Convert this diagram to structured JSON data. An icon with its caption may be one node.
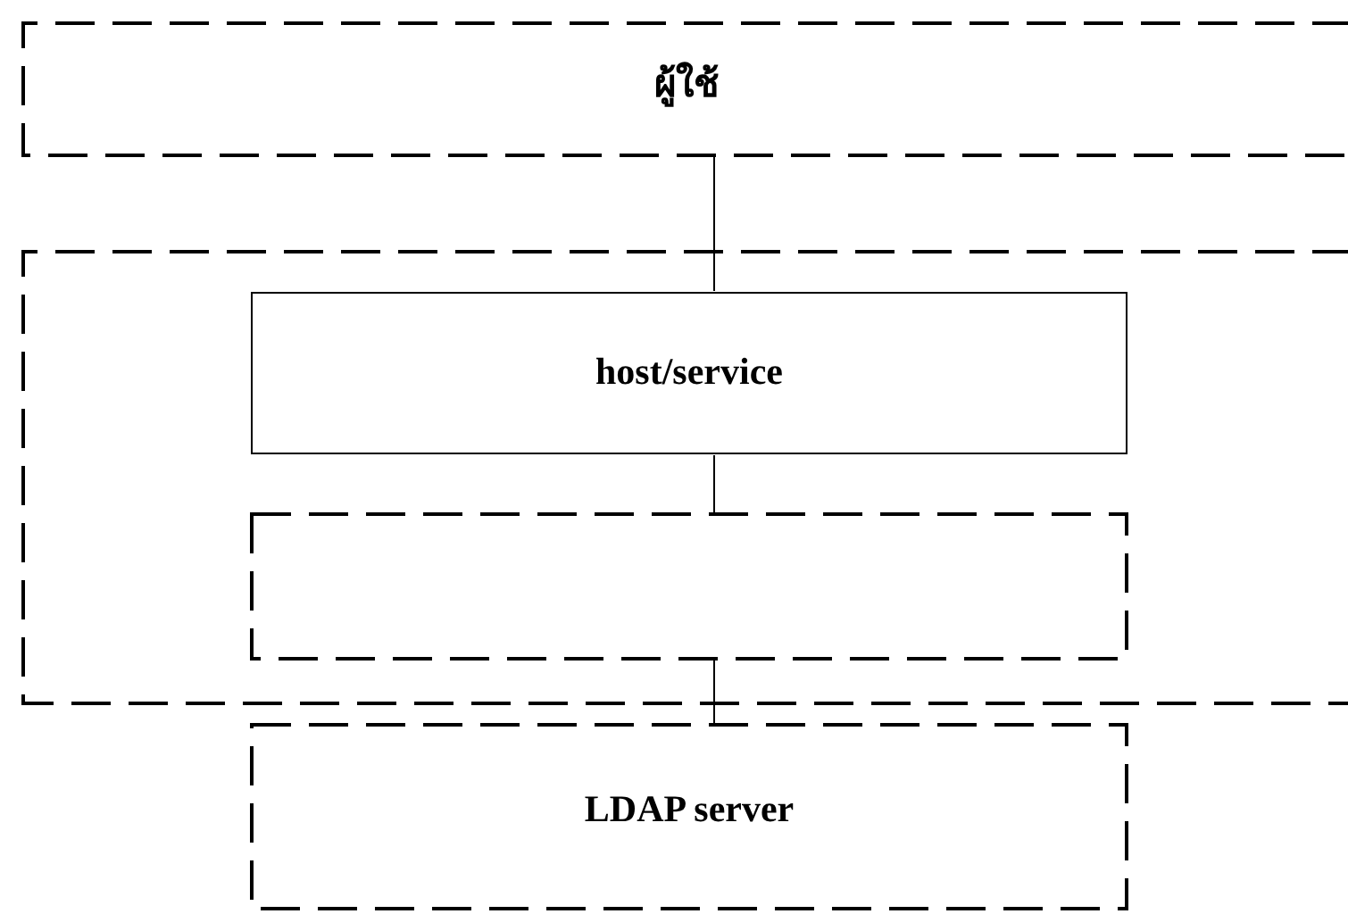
{
  "diagram": {
    "nodes": [
      {
        "text": [
          "ผู้ใช้"
        ]
      },
      {
        "text": [],
        "shape": "box"
      },
      {
        "text": [
          "host/service"
        ],
        "in": 1
      },
      {
        "text": [],
        "shape": "box",
        "in": 1
      },
      {
        "text": [
          "LDAP server"
        ]
      }
    ],
    "edges": [
      {
        "from": 0,
        "to": 2,
        "arrow": "none"
      },
      {
        "from": 2,
        "to": 3,
        "arrow": "none"
      },
      {
        "from": 3,
        "to": 4,
        "arrow": "none"
      }
    ]
  }
}
